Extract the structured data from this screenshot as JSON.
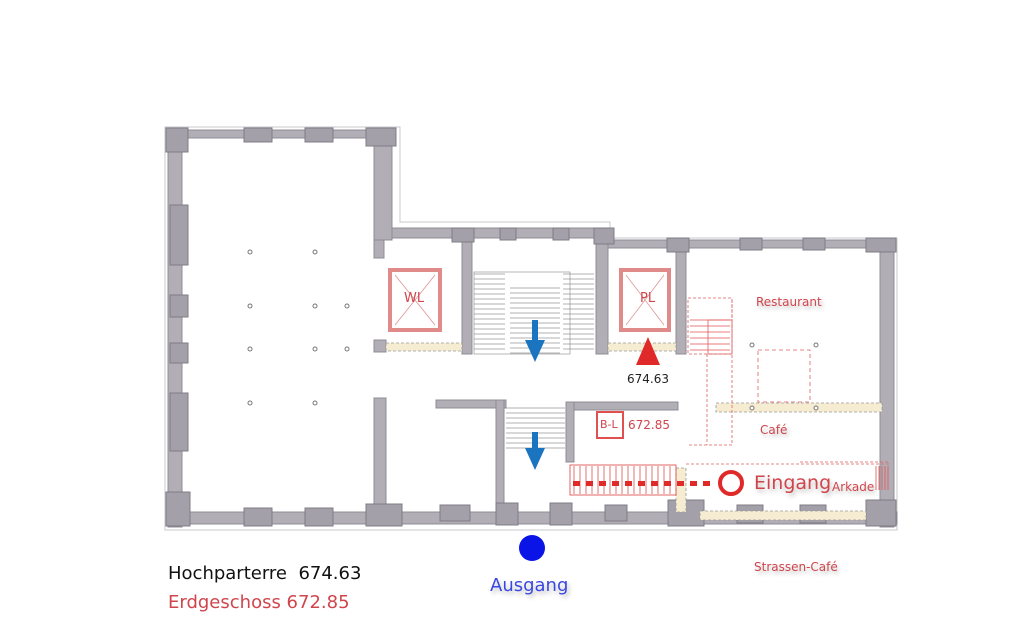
{
  "colors": {
    "wall": "#a8a5ad",
    "wall_dark": "#8f8c95",
    "red": "#e02a2a",
    "red_light": "#e88a8a",
    "blue_arrow": "#1b74c0",
    "blue_dot": "#0a14e6",
    "beige": "#f6ecd2"
  },
  "rooms": {
    "wl": "WL",
    "pl": "PL",
    "bl": "B-L",
    "bl_level": "672.85",
    "pl_level": "674.63",
    "restaurant": "Restaurant",
    "cafe": "Café",
    "arkade": "Arkade",
    "strassen_cafe": "Strassen-Café"
  },
  "markers": {
    "entrance": "Eingang",
    "exit": "Ausgang"
  },
  "legend": {
    "hochparterre": "Hochparterre  674.63",
    "erdgeschoss": "Erdgeschoss 672.85"
  },
  "icons": [
    "down-arrow-icon",
    "up-triangle-icon",
    "entrance-ring-icon",
    "exit-dot-icon"
  ]
}
